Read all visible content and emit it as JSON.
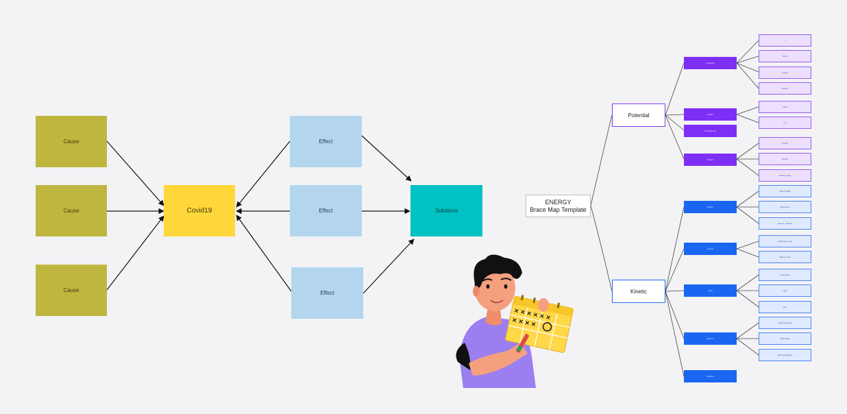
{
  "causes": [
    {
      "label": "Cause"
    },
    {
      "label": "Cause"
    },
    {
      "label": "Cause"
    }
  ],
  "center": {
    "label": "Covid19"
  },
  "effects": [
    {
      "label": "Effect"
    },
    {
      "label": "Effect"
    },
    {
      "label": "Effect"
    }
  ],
  "solution": {
    "label": "Solutions"
  },
  "brace": {
    "root": {
      "line1": "ENERGY",
      "line2": "Brace Map Template"
    },
    "potential": {
      "label": "Potential",
      "subs": [
        {
          "label": "Potential",
          "items": [
            "—",
            "Mass",
            "gravity",
            "Height"
          ]
        },
        {
          "label": "Height",
          "items": [
            "mass",
            "Lift"
          ]
        },
        {
          "label": "Gravitational",
          "items": []
        },
        {
          "label": "Elastic",
          "items": [
            "energy",
            "Stretch",
            "Rubber band"
          ]
        }
      ]
    },
    "kinetic": {
      "label": "Kinetic",
      "subs": [
        {
          "label": "Motion",
          "items": [
            "Moving Ball",
            "Movement",
            "Speed · velocity"
          ]
        },
        {
          "label": "Sound",
          "items": [
            "vibrating energy",
            "Waves of air"
          ]
        },
        {
          "label": "Heat",
          "items": [
            "molecules",
            "Light",
            "Fire"
          ]
        },
        {
          "label": "Electric",
          "items": [
            "Lightning bolts",
            "Electricity",
            "Moving charges"
          ]
        },
        {
          "label": "Radiant",
          "items": []
        }
      ]
    }
  },
  "colors": {
    "cause": "#bfb640",
    "center": "#ffd73a",
    "effect": "#b3d6ee",
    "solution": "#00c2c2",
    "potential": "#7e2ff5",
    "kinetic": "#1a66f0"
  },
  "illustration": "person-holding-calendar-illustration"
}
